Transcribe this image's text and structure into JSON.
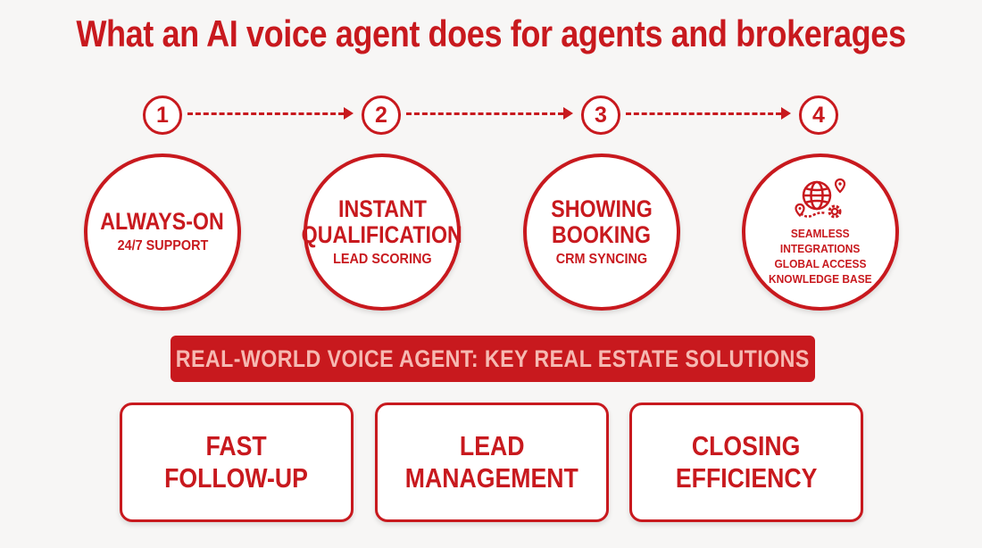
{
  "title": "What an AI voice agent does for agents and brokerages",
  "colors": {
    "accent": "#c8191e",
    "banner_text": "#f6b9b2",
    "background": "#f7f6f5",
    "card": "#ffffff"
  },
  "steps": [
    {
      "number": "1",
      "heading_lines": [
        "ALWAYS-ON"
      ],
      "sub": "24/7 SUPPORT"
    },
    {
      "number": "2",
      "heading_lines": [
        "INSTANT",
        "QUALIFICATION"
      ],
      "sub": "LEAD SCORING"
    },
    {
      "number": "3",
      "heading_lines": [
        "SHOWING",
        "BOOKING"
      ],
      "sub": "CRM SYNCING"
    },
    {
      "number": "4",
      "icon": "globe-network-gear-icon",
      "list": [
        "SEAMLESS",
        "INTEGRATIONS",
        "GLOBAL ACCESS",
        "KNOWLEDGE BASE"
      ]
    }
  ],
  "banner": "REAL-WORLD VOICE AGENT: KEY REAL ESTATE SOLUTIONS",
  "solutions": [
    {
      "lines": [
        "FAST",
        "FOLLOW-UP"
      ]
    },
    {
      "lines": [
        "LEAD",
        "MANAGEMENT"
      ]
    },
    {
      "lines": [
        "CLOSING",
        "EFFICIENCY"
      ]
    }
  ]
}
